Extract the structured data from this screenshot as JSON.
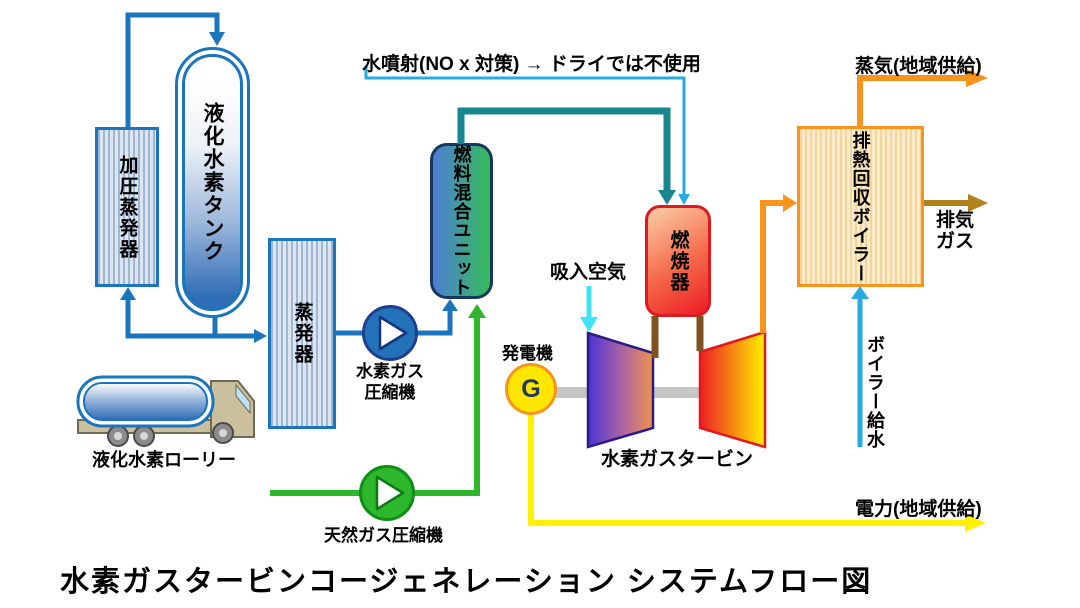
{
  "title": "水素ガスタービンコージェネレーション システムフロー図",
  "annotations": {
    "water_injection": "水噴射(NO x 対策) → ドライでは不使用"
  },
  "components": {
    "pressurized_evaporator": {
      "label": "加圧蒸発器"
    },
    "lh2_tank": {
      "label": "液化水素タンク"
    },
    "lh2_lorry": {
      "label": "液化水素ローリー"
    },
    "evaporator": {
      "label": "蒸発器"
    },
    "h2_compressor": {
      "label_line1": "水素ガス",
      "label_line2": "圧縮機"
    },
    "ng_compressor": {
      "label": "天然ガス圧縮機"
    },
    "fuel_mixing_unit": {
      "label": "燃料混合ユニット"
    },
    "combustor": {
      "label": "燃焼器"
    },
    "generator": {
      "label": "発電機",
      "symbol": "G"
    },
    "turbine": {
      "label": "水素ガスタービン"
    },
    "hrsg": {
      "label": "排熱回収ボイラー"
    }
  },
  "flows": {
    "intake_air": {
      "label": "吸入空気"
    },
    "steam_supply": {
      "label": "蒸気(地域供給)"
    },
    "exhaust_gas": {
      "label_line1": "排気",
      "label_line2": "ガス"
    },
    "boiler_feed_water": {
      "label": "ボイラー給水"
    },
    "power_supply": {
      "label": "電力(地域供給)"
    }
  },
  "colors": {
    "hydrogen_blue": "#1B75BC",
    "water_injection_teal": "#17868E",
    "water_light_blue": "#29ABE2",
    "intake_cyan": "#3FE2F6",
    "hot_gas_orange": "#F7941D",
    "exhaust_gold": "#B0811C",
    "power_yellow": "#FFF100",
    "natural_gas_green": "#2EB62C",
    "duct_brown": "#7E5221"
  }
}
